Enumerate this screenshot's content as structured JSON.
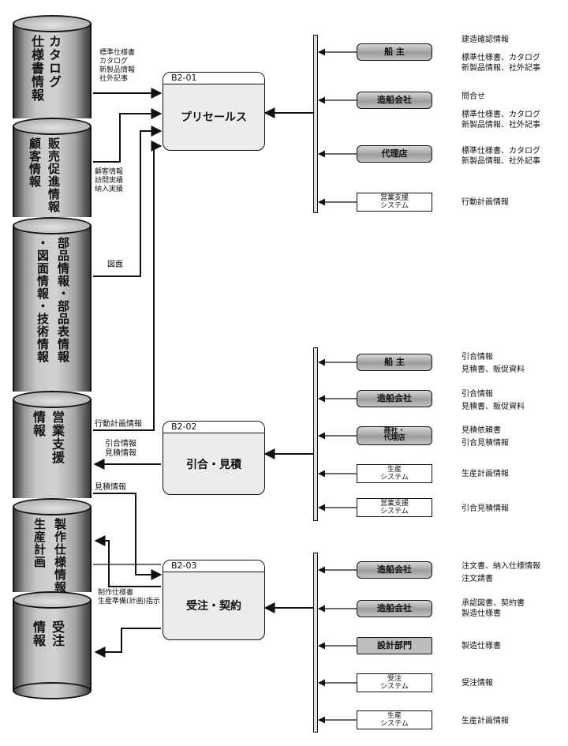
{
  "databases": [
    {
      "id": "catalog",
      "lines": [
        "カタログ",
        "仕様書情報"
      ]
    },
    {
      "id": "sales-promo",
      "lines": [
        "販売促進情報",
        "顧客情報"
      ]
    },
    {
      "id": "parts",
      "lines": [
        "部品情報・部品表情報",
        "・図面情報・技術情報"
      ]
    },
    {
      "id": "sales-support",
      "lines": [
        "営業支援",
        "情報"
      ]
    },
    {
      "id": "production",
      "lines": [
        "製作仕様情報",
        "生産計画"
      ]
    },
    {
      "id": "orders",
      "lines": [
        "受注",
        "情報"
      ]
    }
  ],
  "processes": [
    {
      "code": "B2-01",
      "title": "プリセールス"
    },
    {
      "code": "B2-02",
      "title": "引合・見積"
    },
    {
      "code": "B2-03",
      "title": "受注・契約"
    }
  ],
  "flow_labels": {
    "catalog_flow": [
      "標準仕様書",
      "カタログ",
      "新製品情報",
      "社外記事"
    ],
    "promo_flow": [
      "顧客情報",
      "訪問実績",
      "納入実績"
    ],
    "drawing_flow": "図面",
    "action_plan_flow": "行動計画情報",
    "inquiry_out": [
      "引合情報",
      "見積情報"
    ],
    "estimate_flow": "見積情報",
    "production_flow": [
      "制作仕様書",
      "生産準備(計画)指示"
    ]
  },
  "group1": {
    "entities": [
      {
        "label": "船 主",
        "info": [
          "建造確認情報",
          "標準仕様書、カタログ",
          "新製品情報、社外記事"
        ]
      },
      {
        "label": "造船会社",
        "info": [
          "問合せ",
          "標準仕様書、カタログ",
          "新製品情報、社外記事"
        ]
      },
      {
        "label": "代理店",
        "info": [
          "標準仕様書、カタログ",
          "新製品情報、社外記事"
        ]
      },
      {
        "label": [
          "営業支援",
          "システム"
        ],
        "info": [
          "行動計画情報"
        ]
      }
    ]
  },
  "group2": {
    "entities": [
      {
        "label": "船 主",
        "info": [
          "引合情報",
          "見積書、販促資料"
        ]
      },
      {
        "label": "造船会社",
        "info": [
          "引合情報",
          "見積書、販促資料"
        ]
      },
      {
        "label": [
          "商社・",
          "代理店"
        ],
        "info": [
          "見積依頼書",
          "引合見積情報"
        ]
      },
      {
        "label": [
          "生産",
          "システム"
        ],
        "info": [
          "生産計画情報"
        ]
      },
      {
        "label": [
          "営業支援",
          "システム"
        ],
        "info": [
          "引合見積情報"
        ]
      }
    ]
  },
  "group3": {
    "entities": [
      {
        "label": "造船会社",
        "info": [
          "注文書、納入仕様情報",
          "注文請書"
        ]
      },
      {
        "label": "造船会社",
        "info": [
          "承認図書、契約書",
          "製造仕様書"
        ]
      },
      {
        "label": "設計部門",
        "info": [
          "製造仕様書"
        ]
      },
      {
        "label": [
          "受注",
          "システム"
        ],
        "info": [
          "受注情報"
        ]
      },
      {
        "label": [
          "生産",
          "システム"
        ],
        "info": [
          "生産計画情報"
        ]
      }
    ]
  }
}
